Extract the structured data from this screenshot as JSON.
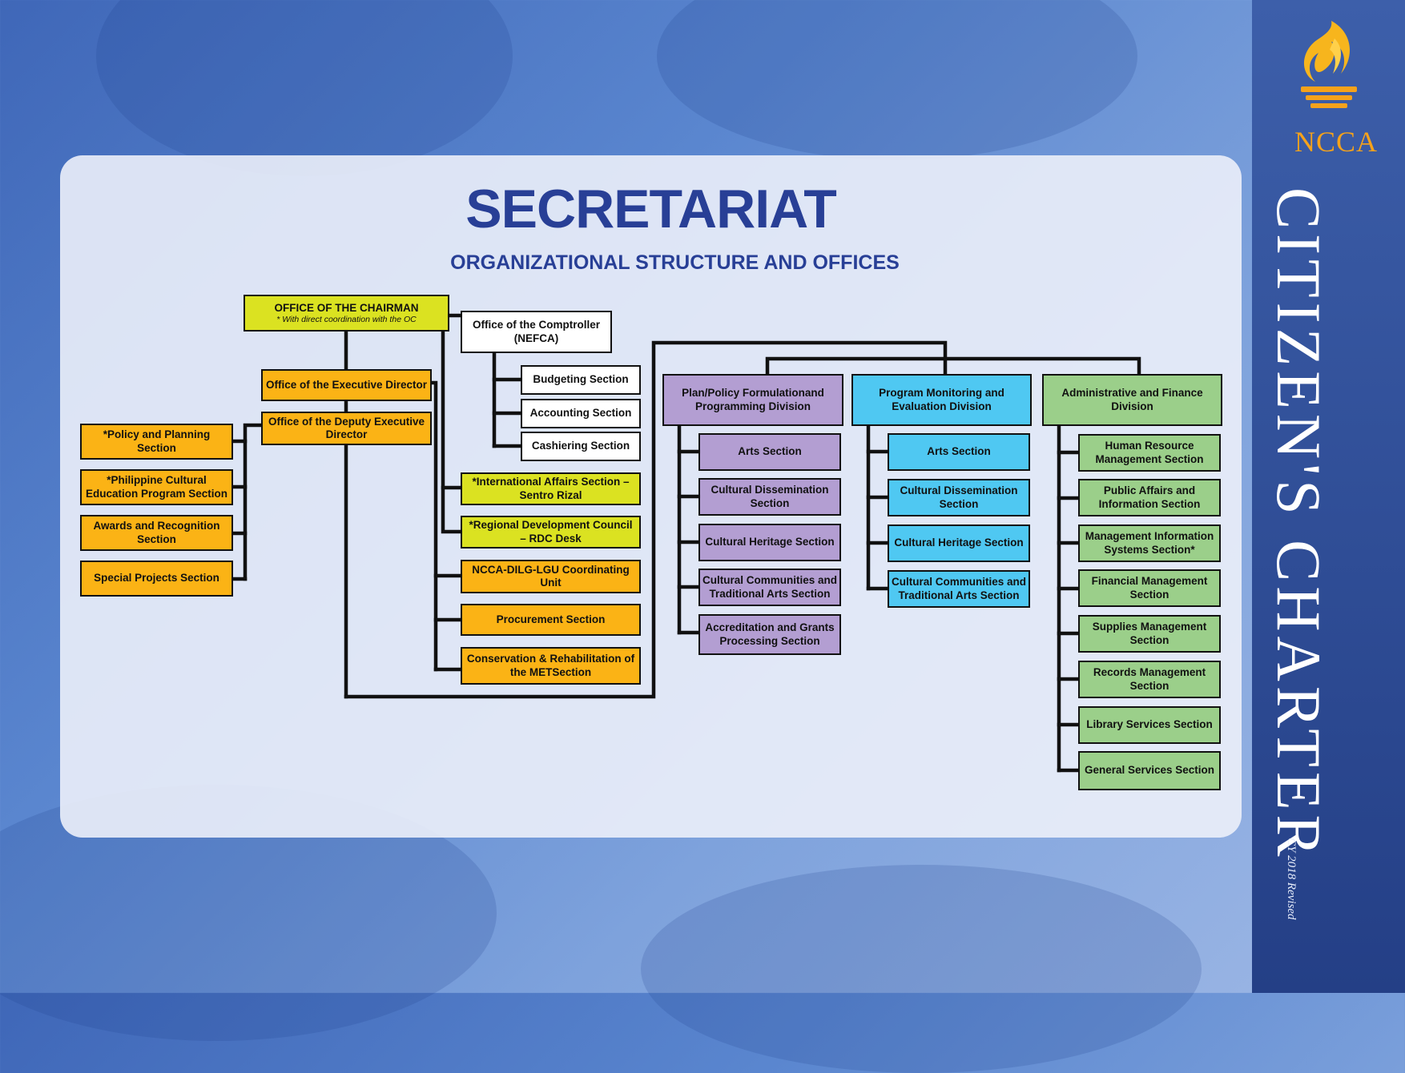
{
  "header": {
    "title": "SECRETARIAT",
    "subtitle": "ORGANIZATIONAL STRUCTURE AND OFFICES"
  },
  "branding": {
    "logo_text": "NCCA",
    "doc_title": "CITIZEN'S CHARTER",
    "doc_subtitle": "CY 2018 Revised"
  },
  "colors": {
    "title": "#283f96",
    "yellow": "#dbe221",
    "orange": "#fbb315",
    "purple": "#b39ed2",
    "cyan": "#4fc8f2",
    "green": "#9bcf8a",
    "logo": "#f5a21b"
  },
  "chart": {
    "chairman": {
      "label": "OFFICE OF THE CHAIRMAN",
      "note": "* With direct coordination with the OC"
    },
    "executive_director": "Office of the Executive Director",
    "deputy_executive_director": "Office of the Deputy Executive Director",
    "comptroller": "Office of the Comptroller (NEFCA)",
    "comptroller_sections": [
      "Budgeting Section",
      "Accounting Section",
      "Cashiering Section"
    ],
    "deputy_sections": [
      "*Policy and Planning Section",
      "*Philippine Cultural Education Program Section",
      "Awards and Recognition Section",
      "Special Projects Section"
    ],
    "oc_units": [
      "*International Affairs Section – Sentro Rizal",
      "*Regional Development Council – RDC Desk"
    ],
    "ed_units": [
      "NCCA-DILG-LGU Coordinating Unit",
      "Procurement Section",
      "Conservation & Rehabilitation of the METSection"
    ],
    "divisions": [
      {
        "name": "Plan/Policy  Formulationand Programming Division",
        "sections": [
          "Arts Section",
          "Cultural Dissemination Section",
          "Cultural Heritage Section",
          "Cultural Communities and Traditional Arts Section",
          "Accreditation and Grants Processing Section"
        ]
      },
      {
        "name": "Program Monitoring and Evaluation Division",
        "sections": [
          "Arts Section",
          "Cultural Dissemination Section",
          "Cultural Heritage Section",
          "Cultural Communities and Traditional Arts Section"
        ]
      },
      {
        "name": "Administrative and Finance Division",
        "sections": [
          "Human Resource Management Section",
          "Public Affairs and Information Section",
          "Management Information Systems Section*",
          "Financial Management Section",
          "Supplies Management Section",
          "Records Management Section",
          "Library Services Section",
          "General Services Section"
        ]
      }
    ]
  }
}
